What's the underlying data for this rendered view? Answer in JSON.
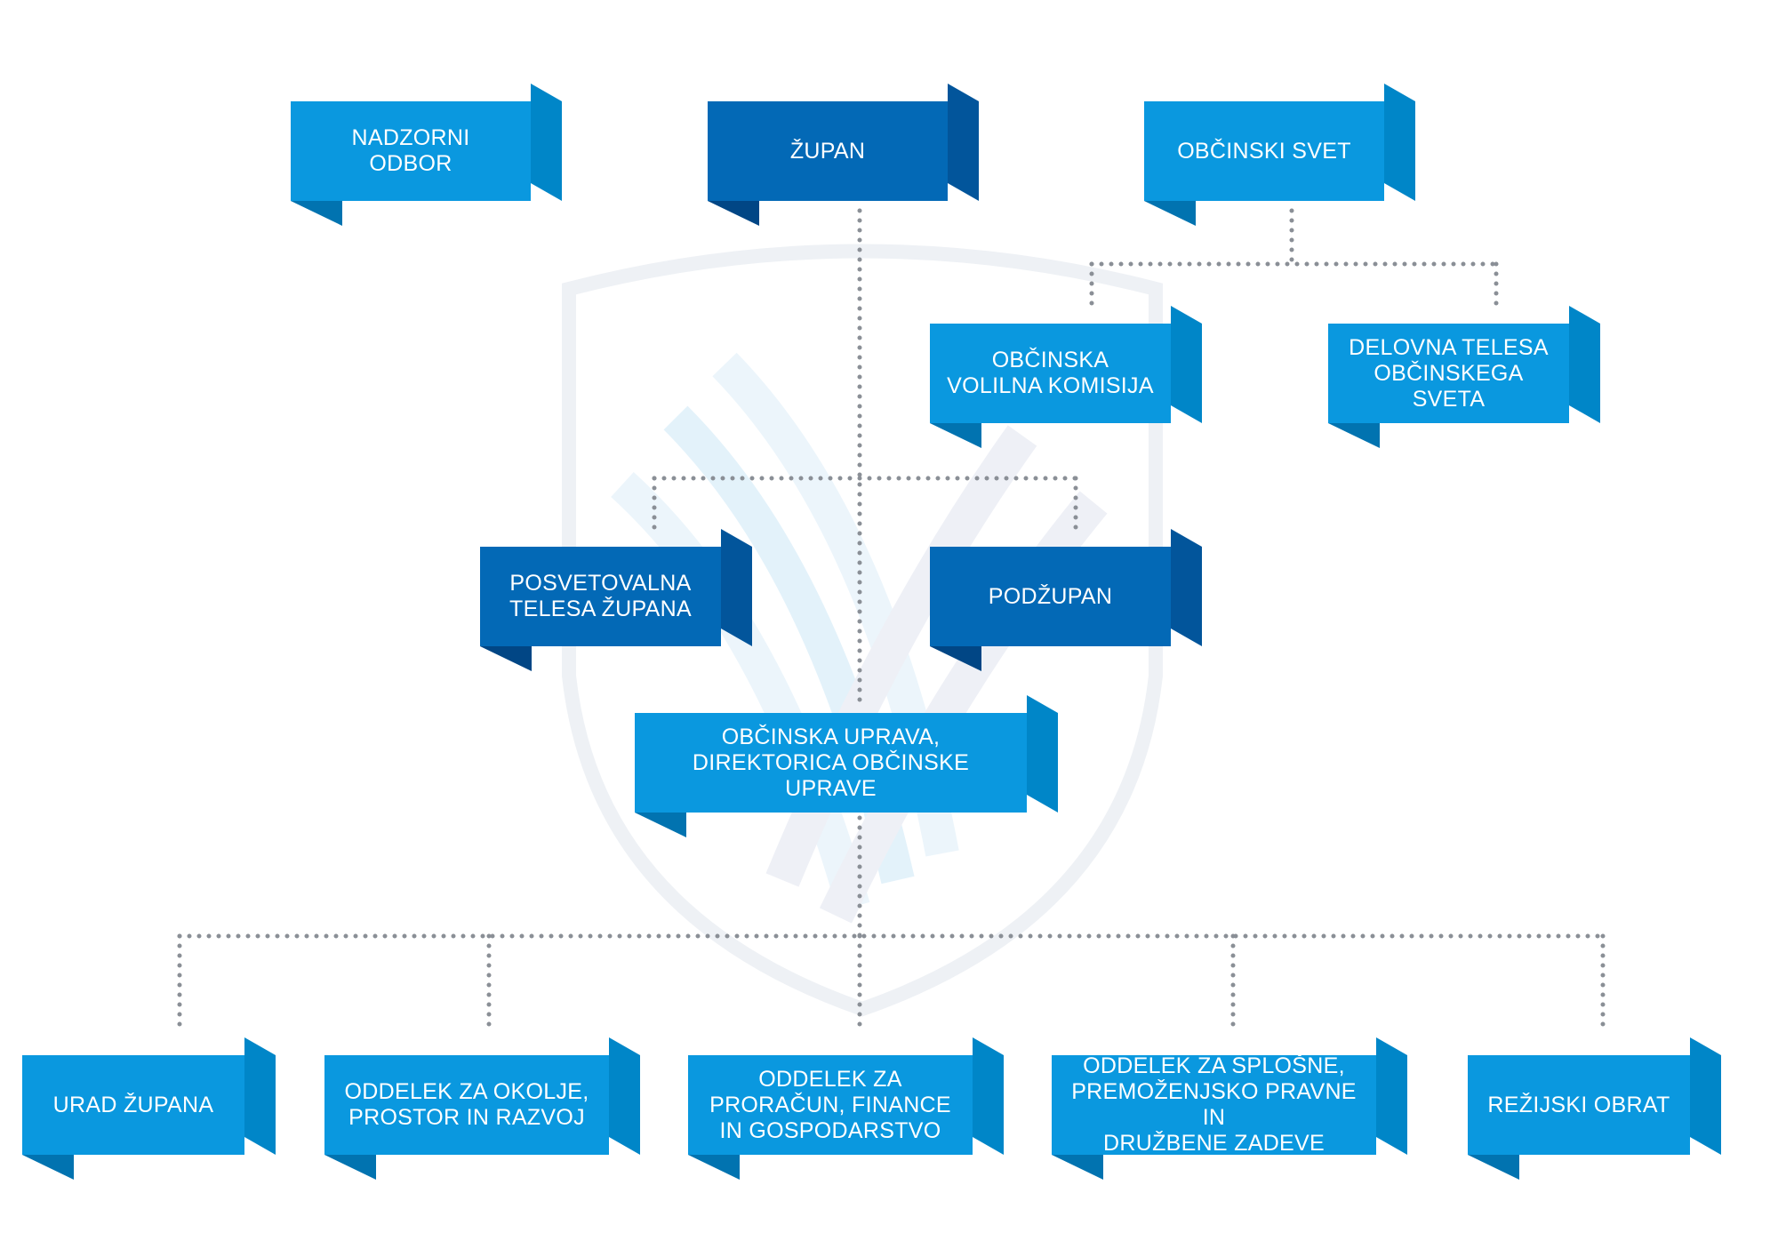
{
  "colors": {
    "light": {
      "front": "#0a98df",
      "side": "#0086c8",
      "fold": "#0173b0"
    },
    "dark": {
      "front": "#0369b6",
      "side": "#02559b",
      "fold": "#014685"
    },
    "connector": "#8a8f96"
  },
  "chart": {
    "nodes": [
      {
        "id": "nadzorni-odbor",
        "label": "NADZORNI\nODBOR",
        "tone": "light"
      },
      {
        "id": "zupan",
        "label": "ŽUPAN",
        "tone": "dark"
      },
      {
        "id": "obcinski-svet",
        "label": "OBČINSKI SVET",
        "tone": "light"
      },
      {
        "id": "obcinska-volilna-komisija",
        "label": "OBČINSKA\nVOLILNA KOMISIJA",
        "tone": "light"
      },
      {
        "id": "delovna-telesa",
        "label": "DELOVNA TELESA\nOBČINSKEGA SVETA",
        "tone": "light"
      },
      {
        "id": "posvetovalna-telesa",
        "label": "POSVETOVALNA\nTELESA ŽUPANA",
        "tone": "dark"
      },
      {
        "id": "podzupan",
        "label": "PODŽUPAN",
        "tone": "dark"
      },
      {
        "id": "obcinska-uprava",
        "label": "OBČINSKA UPRAVA,\nDIREKTORICA OBČINSKE UPRAVE",
        "tone": "light"
      },
      {
        "id": "urad-zupana",
        "label": "URAD ŽUPANA",
        "tone": "light"
      },
      {
        "id": "oddelek-okolje",
        "label": "ODDELEK ZA OKOLJE,\nPROSTOR IN RAZVOJ",
        "tone": "light"
      },
      {
        "id": "oddelek-proracun",
        "label": "ODDELEK ZA\nPRORAČUN, FINANCE\nIN GOSPODARSTVO",
        "tone": "light"
      },
      {
        "id": "oddelek-splosne",
        "label": "ODDELEK ZA SPLOŠNE,\nPREMOŽENJSKO PRAVNE IN\nDRUŽBENE ZADEVE",
        "tone": "light"
      },
      {
        "id": "rezijski-obrat",
        "label": "REŽIJSKI OBRAT",
        "tone": "light"
      }
    ],
    "edges": [
      [
        "obcinski-svet",
        "obcinska-volilna-komisija"
      ],
      [
        "obcinski-svet",
        "delovna-telesa"
      ],
      [
        "zupan",
        "posvetovalna-telesa"
      ],
      [
        "zupan",
        "podzupan"
      ],
      [
        "zupan",
        "obcinska-uprava"
      ],
      [
        "obcinska-uprava",
        "urad-zupana"
      ],
      [
        "obcinska-uprava",
        "oddelek-okolje"
      ],
      [
        "obcinska-uprava",
        "oddelek-proracun"
      ],
      [
        "obcinska-uprava",
        "oddelek-splosne"
      ],
      [
        "obcinska-uprava",
        "rezijski-obrat"
      ]
    ]
  }
}
